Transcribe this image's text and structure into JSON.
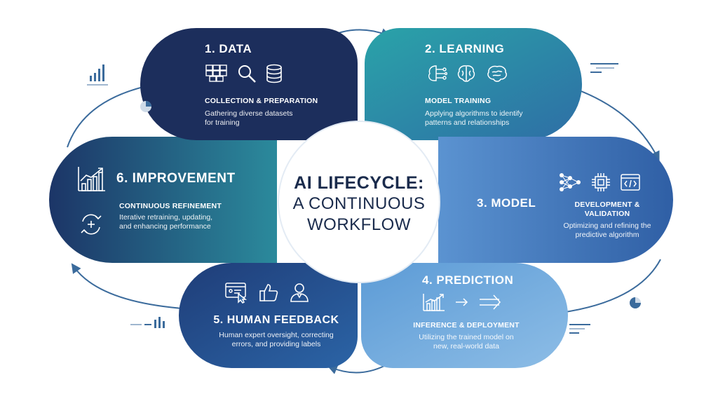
{
  "center": {
    "line1": "AI LIFECYCLE:",
    "line2": "A CONTINUOUS",
    "line3": "WORKFLOW"
  },
  "stages": {
    "data": {
      "title": "1. DATA",
      "subtitle": "COLLECTION & PREPARATION",
      "desc1": "Gathering diverse datasets",
      "desc2": "for training",
      "icons": [
        "blocks-icon",
        "magnifier-icon",
        "database-icon"
      ]
    },
    "learning": {
      "title": "2. LEARNING",
      "subtitle": "MODEL TRAINING",
      "desc1": "Applying algorithms to identify",
      "desc2": "patterns and relationships",
      "icons": [
        "circuit-brain-icon",
        "brain-icon",
        "brain-outline-icon"
      ]
    },
    "model": {
      "title": "3. MODEL",
      "subtitle1": "DEVELOPMENT &",
      "subtitle2": "VALIDATION",
      "desc1": "Optimizing and refining the",
      "desc2": "predictive algorithm",
      "icons": [
        "neural-network-icon",
        "chip-icon",
        "code-window-icon"
      ]
    },
    "prediction": {
      "title": "4. PREDICTION",
      "subtitle": "INFERENCE & DEPLOYMENT",
      "desc1": "Utilizing the trained model on",
      "desc2": "new, real-world data",
      "icons": [
        "bar-chart-icon",
        "arrow-right-icon",
        "double-arrow-icon"
      ]
    },
    "feedback": {
      "title": "5. HUMAN FEEDBACK",
      "desc1": "Human expert oversight, correcting",
      "desc2": "errors, and providing labels",
      "icons": [
        "screen-click-icon",
        "thumbs-up-icon",
        "user-icon"
      ]
    },
    "improvement": {
      "title": "6. IMPROVEMENT",
      "subtitle": "CONTINUOUS REFINEMENT",
      "desc1": "Iterative retraining, updating,",
      "desc2": "and enhancing performance",
      "icons": [
        "growth-chart-icon",
        "refresh-plus-icon"
      ]
    }
  },
  "colors": {
    "navy": "#1d2f5e",
    "teal": "#2f8fa3",
    "blue": "#3f6fb5",
    "light_blue": "#6aa5d9",
    "dark_blue": "#254c8c",
    "teal_dark": "#27798e",
    "arrow": "#3b6b9c"
  }
}
